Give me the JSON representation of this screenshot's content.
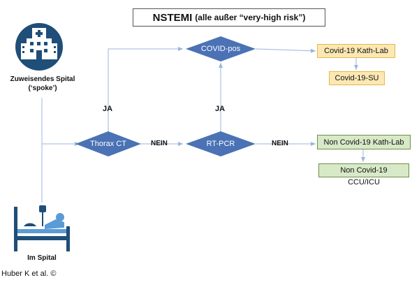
{
  "title": {
    "main": "NSTEMI",
    "sub": "(alle außer “very-high risk”)"
  },
  "hospital": {
    "label_line1": "Zuweisendes Spital",
    "label_line2": "(‘spoke’)",
    "icon": "hospital-icon"
  },
  "inpatient": {
    "label": "Im Spital",
    "icon": "hospital-bed-icon"
  },
  "decisions": {
    "thorax_ct": "Thorax CT",
    "rt_pcr": "RT-PCR",
    "covid_pos": "COVID-pos"
  },
  "edge_labels": {
    "ja_ct": "JA",
    "ja_pcr": "JA",
    "nein_ct": "NEIN",
    "nein_pcr": "NEIN"
  },
  "outcomes": {
    "covid_kathlab": "Covid-19 Kath-Lab",
    "covid_su": "Covid-19-SU",
    "noncovid_kathlab": "Non Covid-19 Kath-Lab",
    "noncovid_ccu_line1": "Non Covid-19",
    "noncovid_ccu_line2": "CCU/ICU"
  },
  "credit": "Huber K et al. ©",
  "colors": {
    "diamond": "#4a72b5",
    "arrow": "#9bb5dc",
    "icon": "#1f4e79",
    "yellow_fill": "#fbe8b3",
    "yellow_border": "#e6b84a",
    "green_fill": "#d7e9c6",
    "green_border": "#6f8f4d"
  }
}
